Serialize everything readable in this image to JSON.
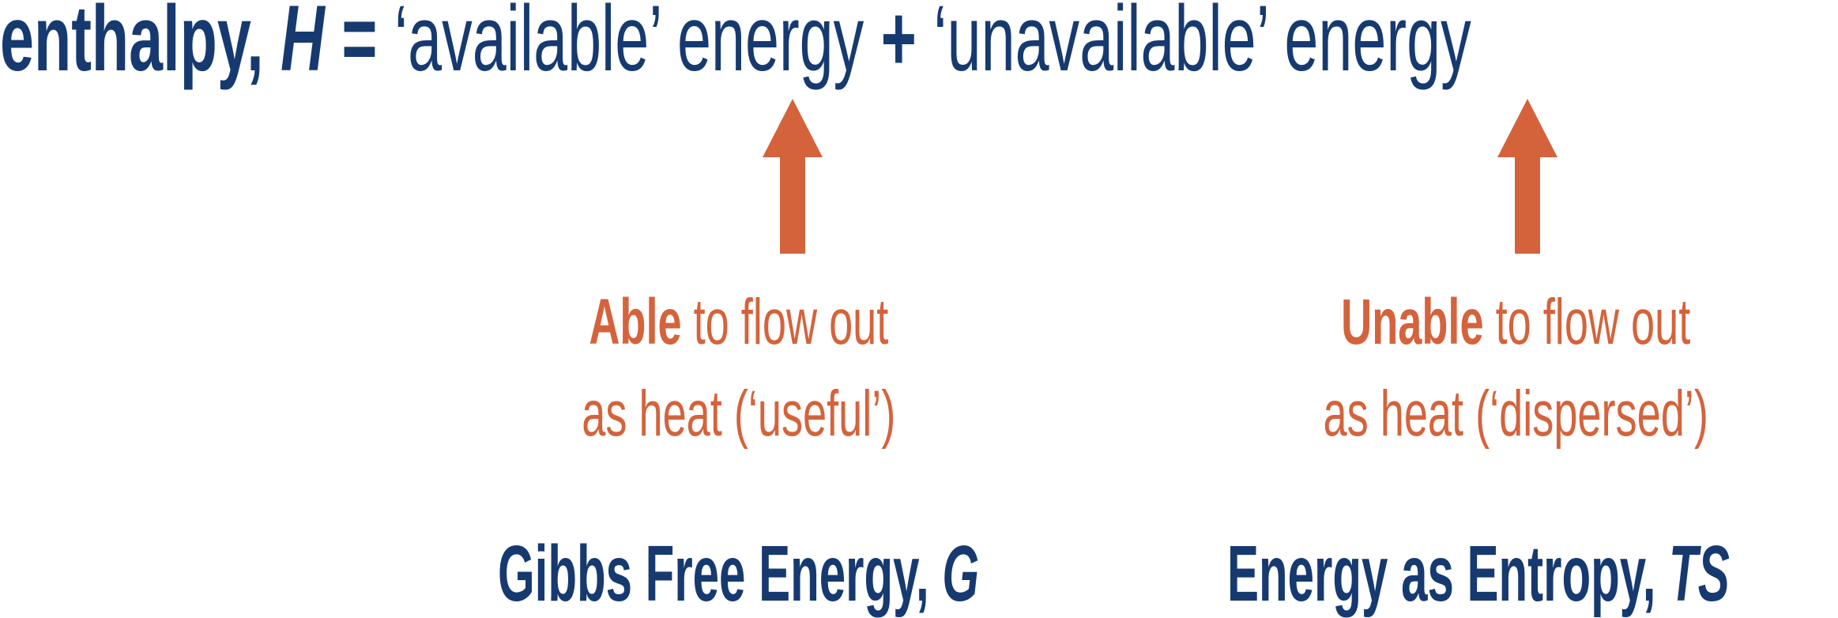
{
  "equation": {
    "lhs_term": "enthalpy,",
    "lhs_symbol": "H",
    "equals": "=",
    "term1": "‘available’ energy",
    "plus": "+",
    "term2": "‘unavailable’ energy"
  },
  "explanations": [
    {
      "emphasis": "Able",
      "line1_rest": " to flow out",
      "line2": "as heat (‘useful’)"
    },
    {
      "emphasis": "Unable",
      "line1_rest": " to flow out",
      "line2": "as heat (‘dispersed’)"
    }
  ],
  "labels": [
    {
      "text": "Gibbs Free Energy, ",
      "symbol": "G"
    },
    {
      "text": "Energy as Entropy, ",
      "symbol": "TS"
    }
  ],
  "arrows": [
    {
      "direction": "up",
      "points_to": "term1"
    },
    {
      "direction": "up",
      "points_to": "term2"
    }
  ],
  "colors": {
    "navy": "#163a70",
    "orange": "#d4633c",
    "background": "#ffffff"
  }
}
